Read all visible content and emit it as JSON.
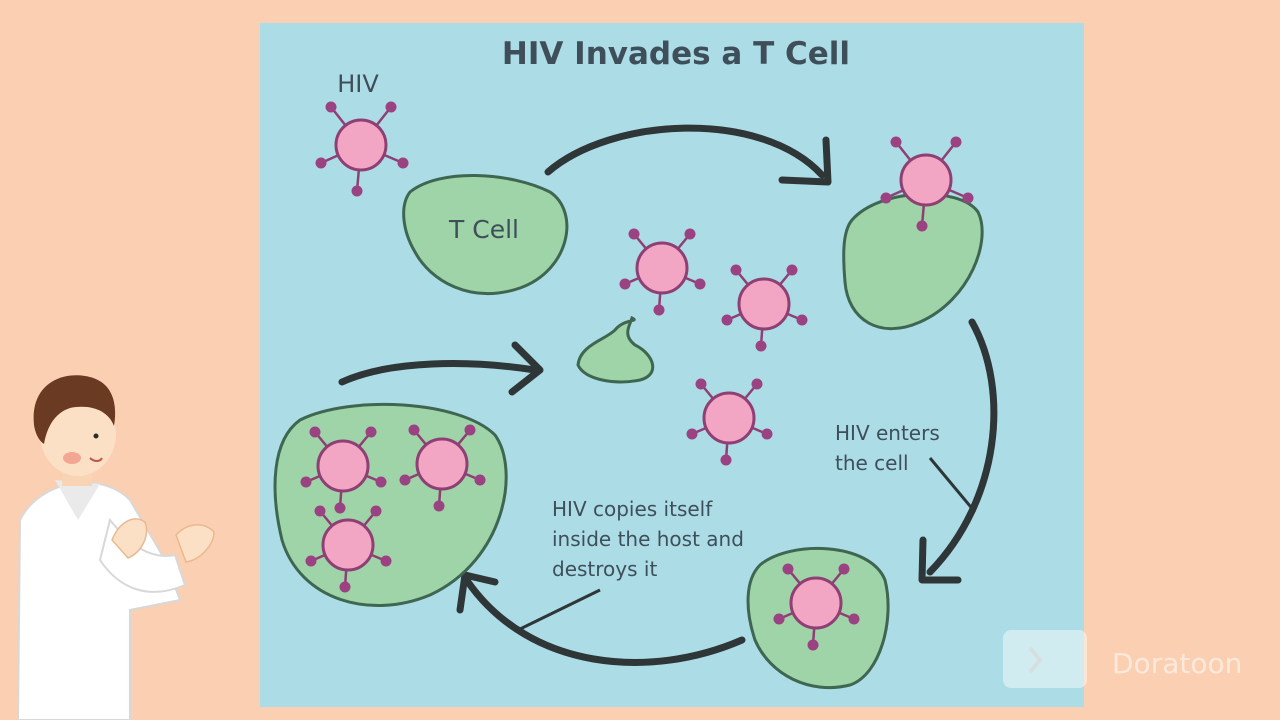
{
  "diagram": {
    "title": "HIV Invades a T Cell",
    "labels": {
      "hiv": "HIV",
      "t_cell": "T Cell",
      "enters_line1": "HIV enters",
      "enters_line2": "the cell",
      "copies_line1": "HIV copies itself",
      "copies_line2": "inside the host and",
      "copies_line3": "destroys it"
    }
  },
  "watermark": {
    "text": "Doratoon"
  },
  "colors": {
    "page_bg": "#fbcfb1",
    "panel_bg": "#acdce6",
    "cell_fill": "#9fd3a8",
    "cell_stroke": "#3e6650",
    "virus_fill": "#f2a6c4",
    "virus_stroke": "#8e3f73",
    "spike_knob": "#9b4382",
    "arrow": "#2f3638",
    "text": "#3f4f5a"
  }
}
